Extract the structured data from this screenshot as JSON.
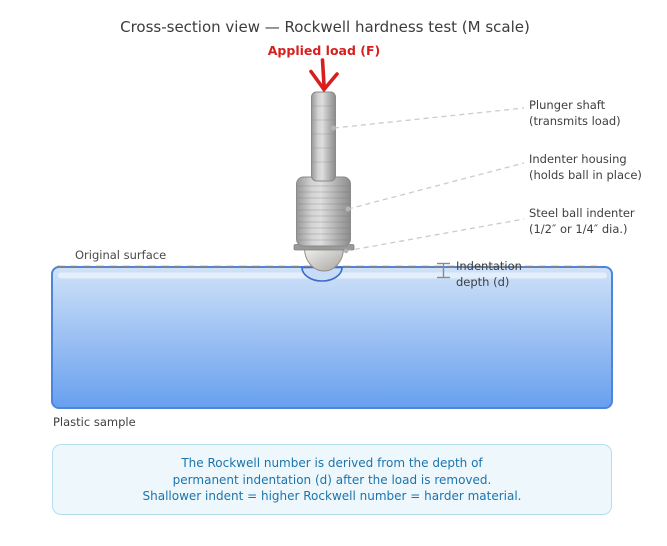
{
  "diagram": {
    "title": "Cross-section view — Rockwell hardness test (M scale)",
    "applied_load_label": "Applied load (F)",
    "original_surface_label": "Original surface",
    "plastic_sample_label": "Plastic sample",
    "indentation_depth_label": {
      "line1": "Indentation",
      "line2": "depth (d)"
    },
    "callouts": [
      {
        "id": "plunger-shaft",
        "line1": "Plunger shaft",
        "line2": "(transmits load)"
      },
      {
        "id": "indenter-housing",
        "line1": "Indenter housing",
        "line2": "(holds ball in place)"
      },
      {
        "id": "steel-ball-indenter",
        "line1": "Steel ball indenter",
        "line2": "(1/2″ or 1/4″ dia.)"
      }
    ],
    "info_note": {
      "line1": "The Rockwell number is derived from the depth of",
      "line2": "permanent indentation (d) after the load is removed.",
      "line3": "Shallower indent = higher Rockwell number = harder material."
    },
    "colors": {
      "accent_red": "#d71f1f",
      "title_gray": "#3c3c3c",
      "label_gray": "#3f3f3f",
      "metal_light": "#dedede",
      "metal_dark": "#8c8c8c",
      "sample_top_blue": "#cfe2f8",
      "sample_bottom_blue": "#67a0ef",
      "sample_border_blue": "#4d84dd",
      "indent_stroke_blue": "#3a6cc8",
      "leader_gray": "#cbcbcb",
      "info_text_blue": "#1c74ad",
      "info_bg": "#eef7fc",
      "info_border": "#b5dcef"
    }
  }
}
